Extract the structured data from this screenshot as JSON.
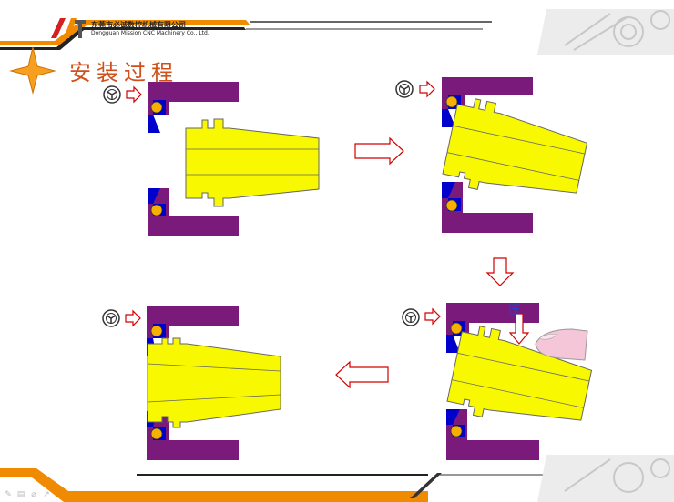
{
  "header": {
    "company_name_cn": "东莞市必诚数控机械有限公司",
    "company_name_en": "Dongguan Mission CNC Machinery Co., Ltd."
  },
  "slide": {
    "title": "安装过程",
    "press_label": "压"
  },
  "toolbar": {
    "items": [
      "pen-icon",
      "slide-menu-icon",
      "eraser-icon",
      "arrow-icon"
    ],
    "glyphs": [
      "✎",
      "▤",
      "⌀",
      "↗"
    ]
  },
  "colors": {
    "nut": "#7a1a7a",
    "collet": "#f8f800",
    "collet_outline": "#666666",
    "ring": "#0000cc",
    "ball": "#f8b000",
    "arrow": "#d00000",
    "accent": "#f08a00",
    "title": "#d0501c",
    "finger": "#f5c6d8"
  }
}
